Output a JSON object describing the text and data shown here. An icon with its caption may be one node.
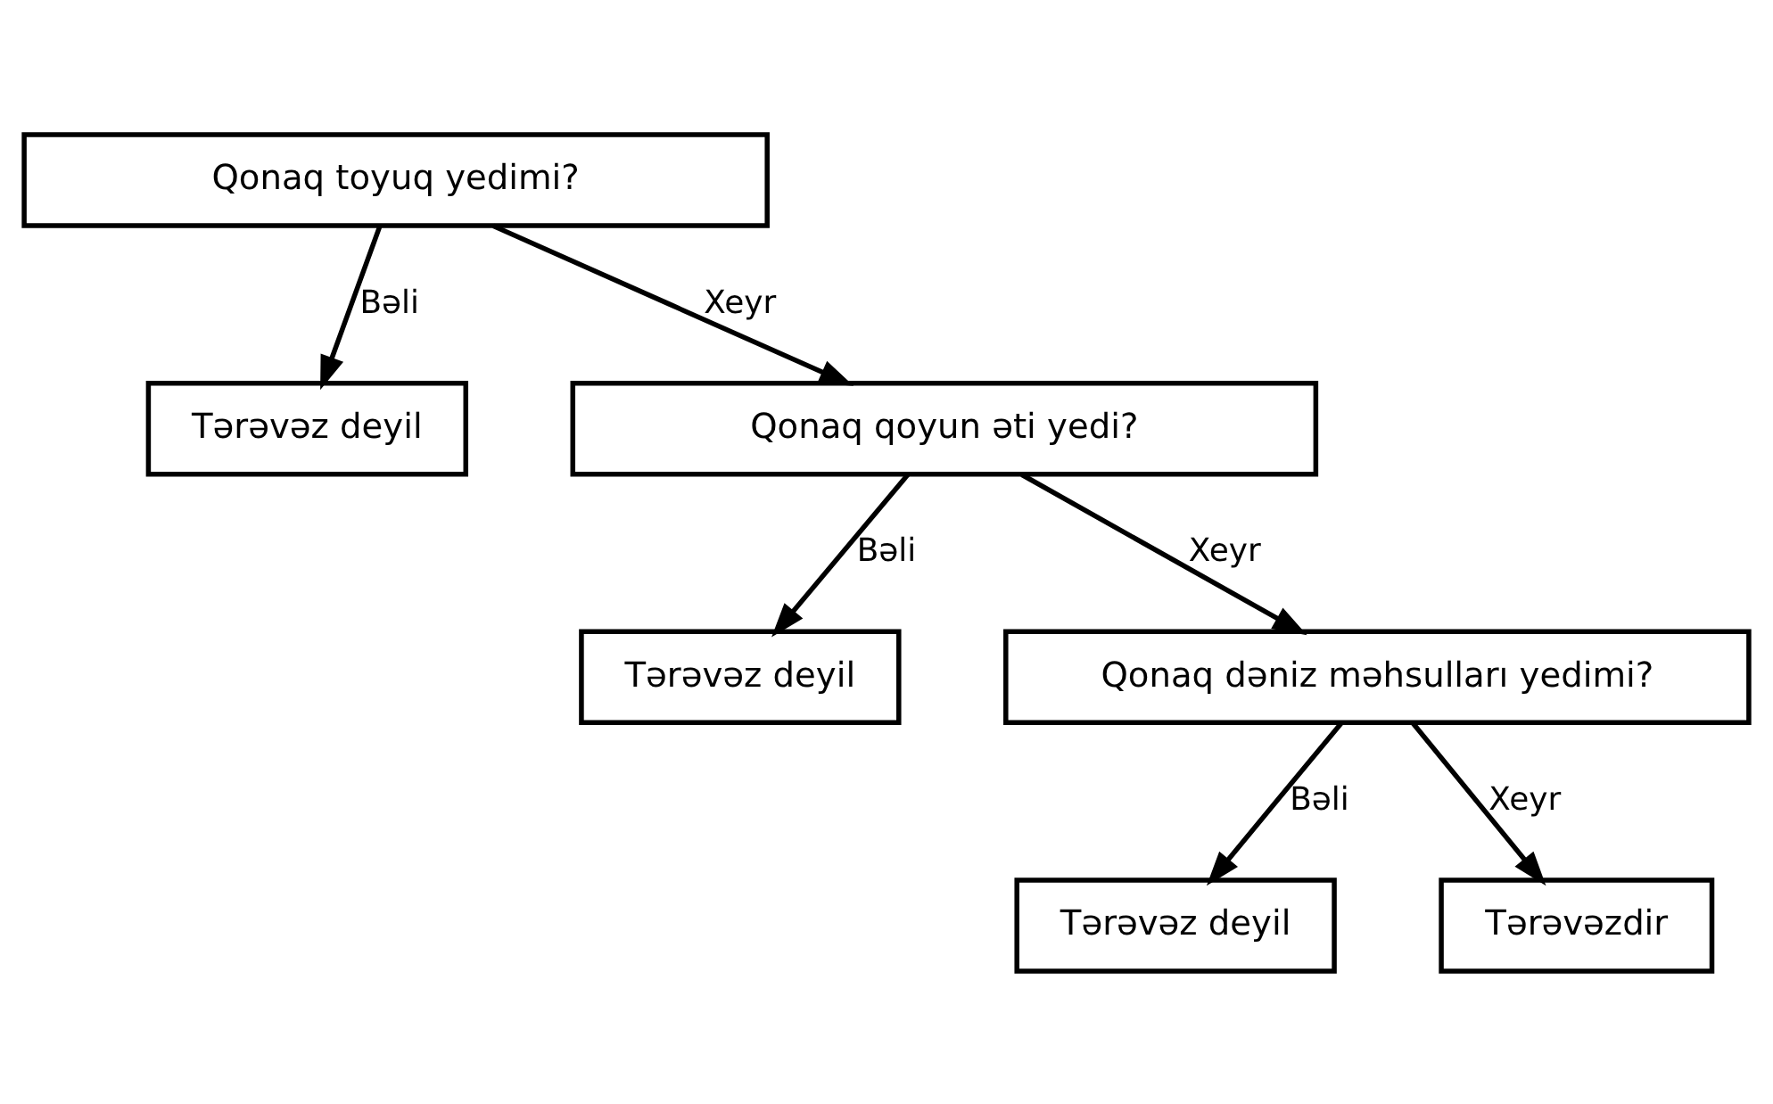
{
  "diagram": {
    "nodes": [
      {
        "text": [
          "Qonaq toyuq yedimi?"
        ]
      },
      {
        "text": [
          "Tərəvəz deyil"
        ]
      },
      {
        "text": [
          "Qonaq qoyun əti yedi?"
        ]
      },
      {
        "text": [
          "Tərəvəz deyil"
        ]
      },
      {
        "text": [
          "Qonaq dəniz məhsulları yedimi?"
        ]
      },
      {
        "text": [
          "Tərəvəz deyil"
        ]
      },
      {
        "text": [
          "Tərəvəzdir"
        ]
      }
    ],
    "edges": [
      {
        "from": 0,
        "to": 1,
        "arrow": "to",
        "label": "Bəli"
      },
      {
        "from": 0,
        "to": 2,
        "arrow": "to",
        "label": "Xeyr"
      },
      {
        "from": 2,
        "to": 3,
        "arrow": "to",
        "label": "Bəli"
      },
      {
        "from": 2,
        "to": 4,
        "arrow": "to",
        "label": "Xeyr"
      },
      {
        "from": 4,
        "to": 5,
        "arrow": "to",
        "label": "Bəli"
      },
      {
        "from": 4,
        "to": 6,
        "arrow": "to",
        "label": "Xeyr"
      }
    ]
  }
}
